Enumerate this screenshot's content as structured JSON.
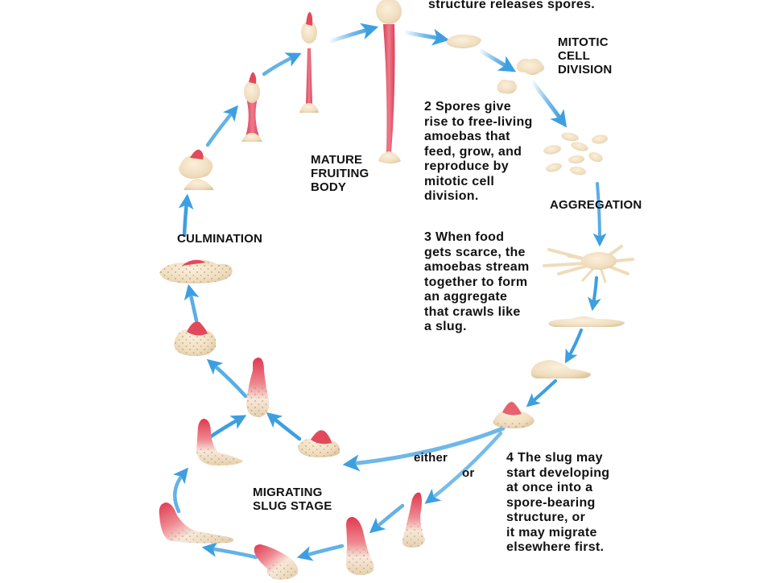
{
  "title": "Dictyostelium (cellular slime mold) life cycle",
  "colors": {
    "arrow": "#3d9fe0",
    "cell_body": "#efdcbc",
    "cell_edge": "#d9bf98",
    "tip_red": "#e24a5c",
    "stalk_red": "#e0566a",
    "speckle": "#8a7a6a",
    "text": "#111111"
  },
  "labels": {
    "top_caption": "structure releases spores.",
    "mitotic": "MITOTIC\nCELL\nDIVISION",
    "aggregation": "AGGREGATION",
    "mature": "MATURE\nFRUITING\nBODY",
    "culmination": "CULMINATION",
    "migrating": "MIGRATING\nSLUG STAGE",
    "either": "either",
    "or": "or"
  },
  "steps": [
    {
      "number": "2",
      "text": "2  Spores give\nrise to free-living\namoebas that\nfeed, grow, and\nreproduce by\nmitotic cell\ndivision."
    },
    {
      "number": "3",
      "text": "3  When food\ngets scarce, the\namoebas stream\ntogether to form\nan aggregate\nthat crawls like\na slug."
    },
    {
      "number": "4",
      "text": "4  The slug may\nstart developing\nat once into a\nspore-bearing\nstructure, or\nit may migrate\nelsewhere first."
    }
  ],
  "stages": [
    "spore",
    "amoeba-dividing",
    "amoebas",
    "aggregation-streaming",
    "aggregate-mound",
    "slug-crawling",
    "tipped-mound",
    "early-culmination-a",
    "early-culmination-b",
    "culmination-mound",
    "culmination-mushroom",
    "stalk-forming",
    "elongated-fruiting-body",
    "mature-fruiting-body",
    "migrating-slug-1",
    "migrating-slug-2",
    "migrating-slug-3",
    "migrating-slug-4",
    "migrating-slug-5"
  ]
}
